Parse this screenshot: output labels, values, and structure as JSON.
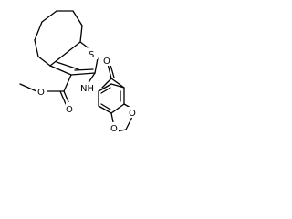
{
  "molecule": {
    "atoms": {
      "S": "S",
      "O_ester_carbonyl": "O",
      "O_ester_ether": "O",
      "NH": "NH",
      "O_amide": "O",
      "O_dioxole_top": "O",
      "O_dioxole_bottom": "O"
    }
  }
}
